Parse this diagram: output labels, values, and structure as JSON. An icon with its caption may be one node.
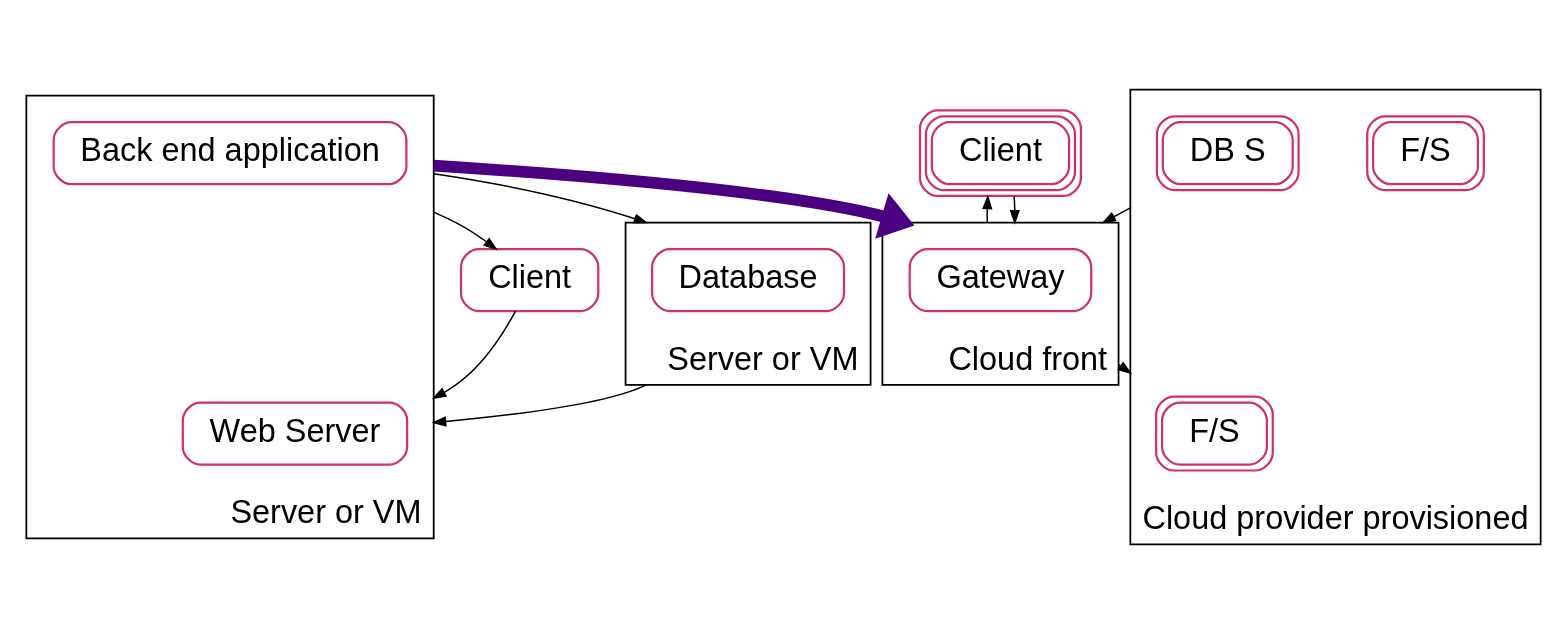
{
  "diagram": {
    "nodes": [
      {
        "text": [
          "Client"
        ]
      },
      {
        "text": [
          "Server or VM"
        ]
      },
      {
        "text": [
          "Web Server"
        ],
        "in": 1
      },
      {
        "text": [
          "Back end application"
        ],
        "in": 1
      },
      {
        "text": [
          "Server or VM"
        ]
      },
      {
        "text": [
          "Database"
        ],
        "in": 4
      },
      {
        "text": [
          "Client"
        ]
      },
      {
        "text": [
          "Cloud front"
        ]
      },
      {
        "text": [
          "Gateway"
        ],
        "in": 7
      },
      {
        "text": [
          "Cloud provider provisioned"
        ]
      },
      {
        "text": [
          "F/S"
        ],
        "in": 9
      },
      {
        "text": [
          "F/S"
        ],
        "in": 9
      },
      {
        "text": [
          "DB S"
        ],
        "in": 9
      }
    ],
    "edges": [
      {
        "from": 0,
        "to": 1,
        "arrow": "to"
      },
      {
        "from": 1,
        "to": 0,
        "arrow": "to"
      },
      {
        "from": 1,
        "to": 4,
        "arrow": "to"
      },
      {
        "from": 4,
        "to": 1,
        "arrow": "to"
      },
      {
        "from": 1,
        "to": 7,
        "arrow": "to",
        "style": "thick",
        "color": "#4b0082"
      },
      {
        "from": 6,
        "to": 7,
        "arrow": "to"
      },
      {
        "from": 7,
        "to": 6,
        "arrow": "to"
      },
      {
        "from": 7,
        "to": 9,
        "arrow": "to"
      },
      {
        "from": 9,
        "to": 7,
        "arrow": "to"
      }
    ]
  }
}
